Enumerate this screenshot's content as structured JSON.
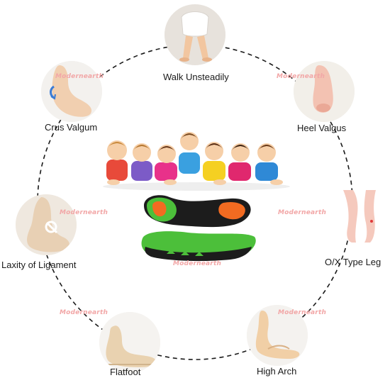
{
  "watermark": "Modernearth",
  "conditions": [
    {
      "key": "walk",
      "label": "Walk Unsteadily",
      "icon": "toddler-legs-icon"
    },
    {
      "key": "heel",
      "label": "Heel Valgus",
      "icon": "heel-icon"
    },
    {
      "key": "oxleg",
      "label": "O/X Type Leg",
      "icon": "legs-icon"
    },
    {
      "key": "arch",
      "label": "High Arch",
      "icon": "high-arch-foot-icon"
    },
    {
      "key": "flat",
      "label": "Flatfoot",
      "icon": "flat-foot-icon"
    },
    {
      "key": "ligament",
      "label": "Laxity of Ligament",
      "icon": "ankle-ligament-icon"
    },
    {
      "key": "crus",
      "label": "Crus Valgum",
      "icon": "foot-valgum-icon"
    }
  ],
  "colors": {
    "ring": "#1a1a1a",
    "watermark": "#f2a7a7",
    "insole_green": "#4cbf3a",
    "insole_orange": "#f26b21",
    "insole_black": "#1c1c1c"
  }
}
